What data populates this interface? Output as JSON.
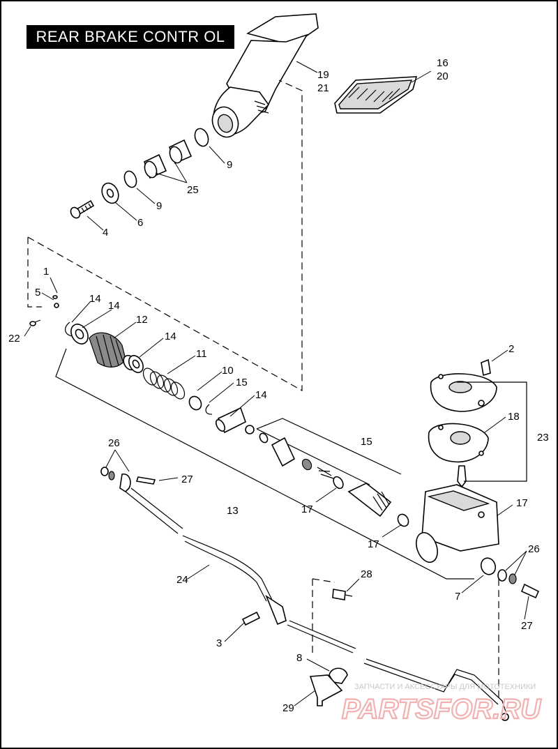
{
  "title": "REAR BRAKE CONTR OL",
  "callouts": {
    "c1": "1",
    "c2": "2",
    "c3": "3",
    "c4": "4",
    "c5": "5",
    "c6": "6",
    "c7": "7",
    "c8": "8",
    "c9a": "9",
    "c9b": "9",
    "c10": "10",
    "c11": "11",
    "c12": "12",
    "c13": "13",
    "c14a": "14",
    "c14b": "14",
    "c14c": "14",
    "c14d": "14",
    "c15a": "15",
    "c15b": "15",
    "c16": "16",
    "c17a": "17",
    "c17b": "17",
    "c17c": "17",
    "c18": "18",
    "c19": "19",
    "c20": "20",
    "c21": "21",
    "c22": "22",
    "c23": "23",
    "c24": "24",
    "c25": "25",
    "c26a": "26",
    "c26b": "26",
    "c27a": "27",
    "c27b": "27",
    "c28": "28",
    "c29": "29"
  },
  "watermark": {
    "tagline": "ЗАПЧАСТИ И АКСЕССУАРЫ ДЛЯ МОТОТЕХНИКИ",
    "logo": "PARTSFOR.RU"
  },
  "colors": {
    "line": "#000000",
    "background": "#ffffff",
    "watermark": "#f2b0b0"
  }
}
